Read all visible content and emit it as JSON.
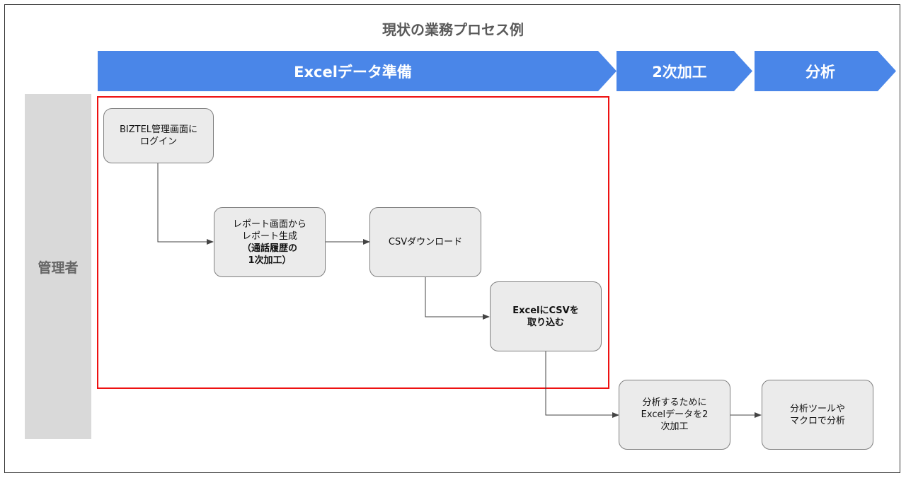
{
  "title": "現状の業務プロセス例",
  "phases": [
    "Excelデータ準備",
    "2次加工",
    "分析"
  ],
  "lane": "管理者",
  "nodes": {
    "login": [
      "BIZTEL管理画面に",
      "ログイン"
    ],
    "report": {
      "normal": [
        "レポート画面から",
        "レポート生成"
      ],
      "bold": [
        "（通話履歴の",
        "1次加工）"
      ]
    },
    "csv": "CSVダウンロード",
    "excel_import": [
      "ExcelにCSVを",
      "取り込む"
    ],
    "secondary": [
      "分析するために",
      "Excelデータを2",
      "次加工"
    ],
    "analysis": [
      "分析ツールや",
      "マクロで分析"
    ]
  },
  "colors": {
    "phase": "#4a86e8",
    "highlight": "#ee1111",
    "lane": "#d9d9d9",
    "node": "#ebebeb"
  }
}
